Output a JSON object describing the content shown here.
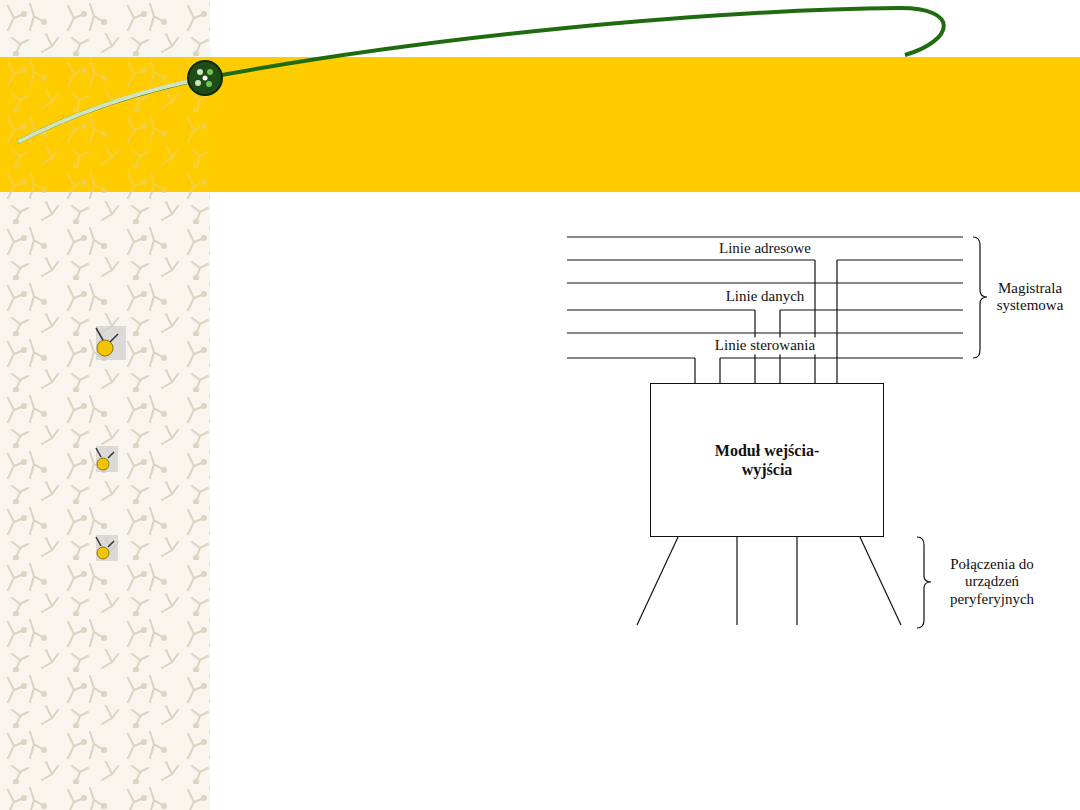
{
  "diagram": {
    "nodes": [
      {
        "text": [
          "Moduł wejścia-wyjścia"
        ]
      }
    ],
    "labels": [
      "Linie adresowe",
      "Linie danych",
      "Linie sterowania",
      "Magistrala systemowa",
      "Połączenia do urządzeń peryferyjnych"
    ]
  }
}
